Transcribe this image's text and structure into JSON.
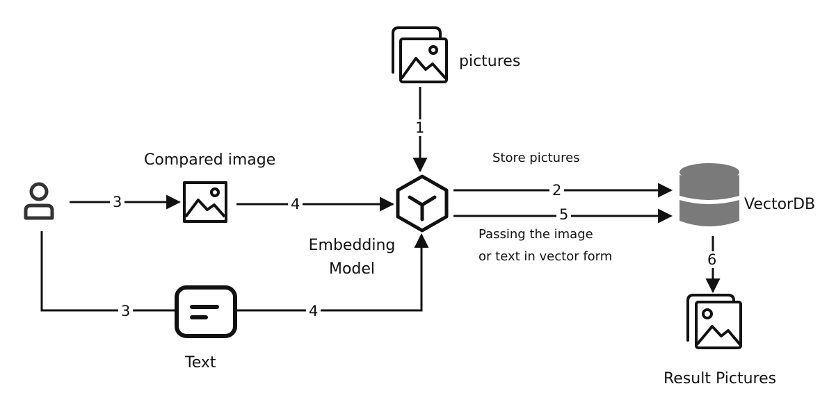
{
  "labels": {
    "pictures": "pictures",
    "compared_image": "Compared image",
    "embedding_model_line1": "Embedding",
    "embedding_model_line2": "Model",
    "store_pictures": "Store pictures",
    "passing_line1": "Passing the image",
    "passing_line2": "or text in vector form",
    "vectordb": "VectorDB",
    "text": "Text",
    "result_pictures": "Result Pictures"
  },
  "steps": {
    "s1": "1",
    "s2": "2",
    "s3_top": "3",
    "s3_bottom": "3",
    "s4_top": "4",
    "s4_bottom": "4",
    "s5": "5",
    "s6": "6"
  },
  "colors": {
    "stroke": "#111111",
    "db_fill": "#7a7a7a"
  },
  "icons": {
    "pictures": "images-stack-icon",
    "user": "user-icon",
    "compared_image": "image-icon",
    "text": "text-document-icon",
    "model": "cube-model-icon",
    "database": "database-icon",
    "results": "images-stack-icon"
  }
}
